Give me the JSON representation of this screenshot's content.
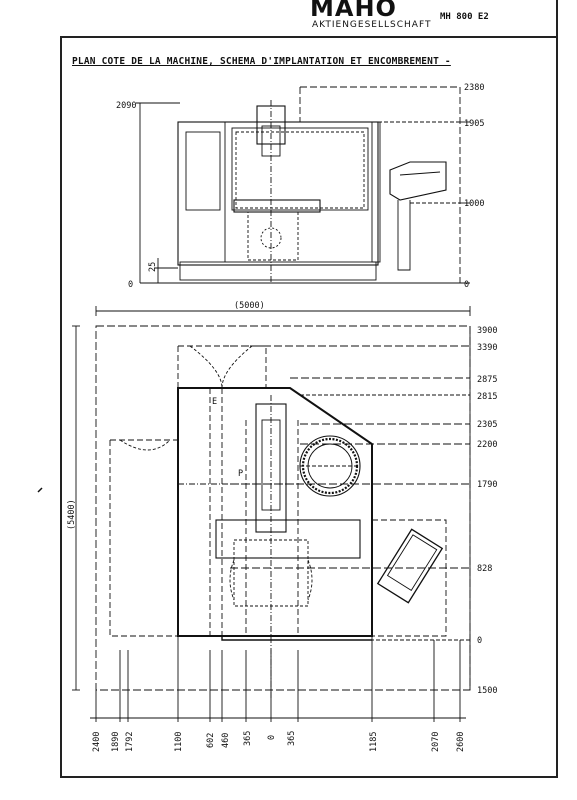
{
  "header": {
    "brand": "MAHO",
    "brand_subtitle": "AKTIENGESELLSCHAFT",
    "model": "MH 800 E2"
  },
  "document": {
    "title": "PLAN COTE DE LA MACHINE, SCHEMA D'IMPLANTATION ET ENCOMBREMENT -"
  },
  "elevation": {
    "left_height": "2090",
    "base_height": "25",
    "base_zero": "0",
    "right_levels": [
      "2380",
      "1905",
      "1000",
      "0"
    ]
  },
  "plan": {
    "overall_width": "(5000)",
    "overall_depth": "(5400)",
    "right_levels": [
      "3900",
      "3390",
      "2875",
      "2815",
      "2305",
      "2200",
      "1790",
      "828",
      "0",
      "1500"
    ],
    "bottom_positions": [
      "2400",
      "1890",
      "1792",
      "1100",
      "602",
      "460",
      "365",
      "0",
      "365",
      "1185",
      "2070",
      "2600"
    ],
    "marker_e": "E",
    "marker_p": "P"
  }
}
